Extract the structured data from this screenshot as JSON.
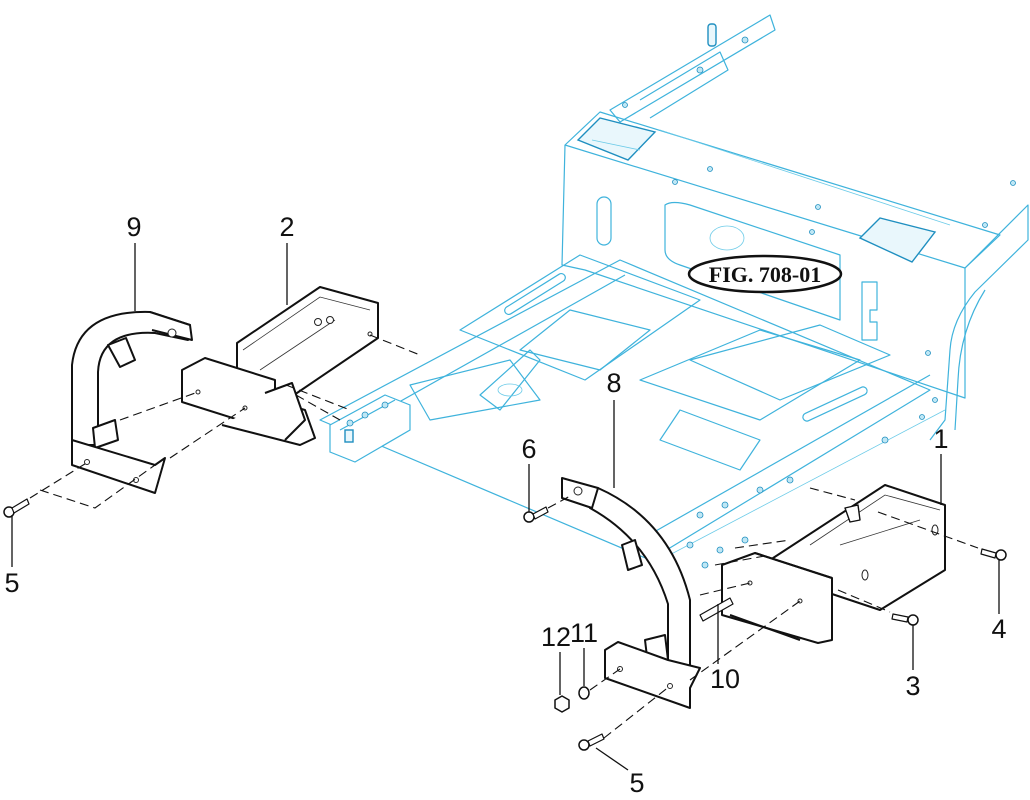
{
  "figure": {
    "label": "FIG. 708-01",
    "frame_color": "#3fb3dc",
    "parts_color": "#111111"
  },
  "callouts": [
    {
      "number": "9",
      "part": "left bumper guard bar"
    },
    {
      "number": "2",
      "part": "left bracket box"
    },
    {
      "number": "5",
      "part": "bolt (left)"
    },
    {
      "number": "8",
      "part": "right bumper guard bar"
    },
    {
      "number": "6",
      "part": "bolt"
    },
    {
      "number": "1",
      "part": "right bracket box"
    },
    {
      "number": "4",
      "part": "bolt"
    },
    {
      "number": "3",
      "part": "bolt"
    },
    {
      "number": "10",
      "part": "stud"
    },
    {
      "number": "11",
      "part": "washer"
    },
    {
      "number": "12",
      "part": "nut"
    },
    {
      "number": "5",
      "part": "bolt (right)"
    }
  ]
}
